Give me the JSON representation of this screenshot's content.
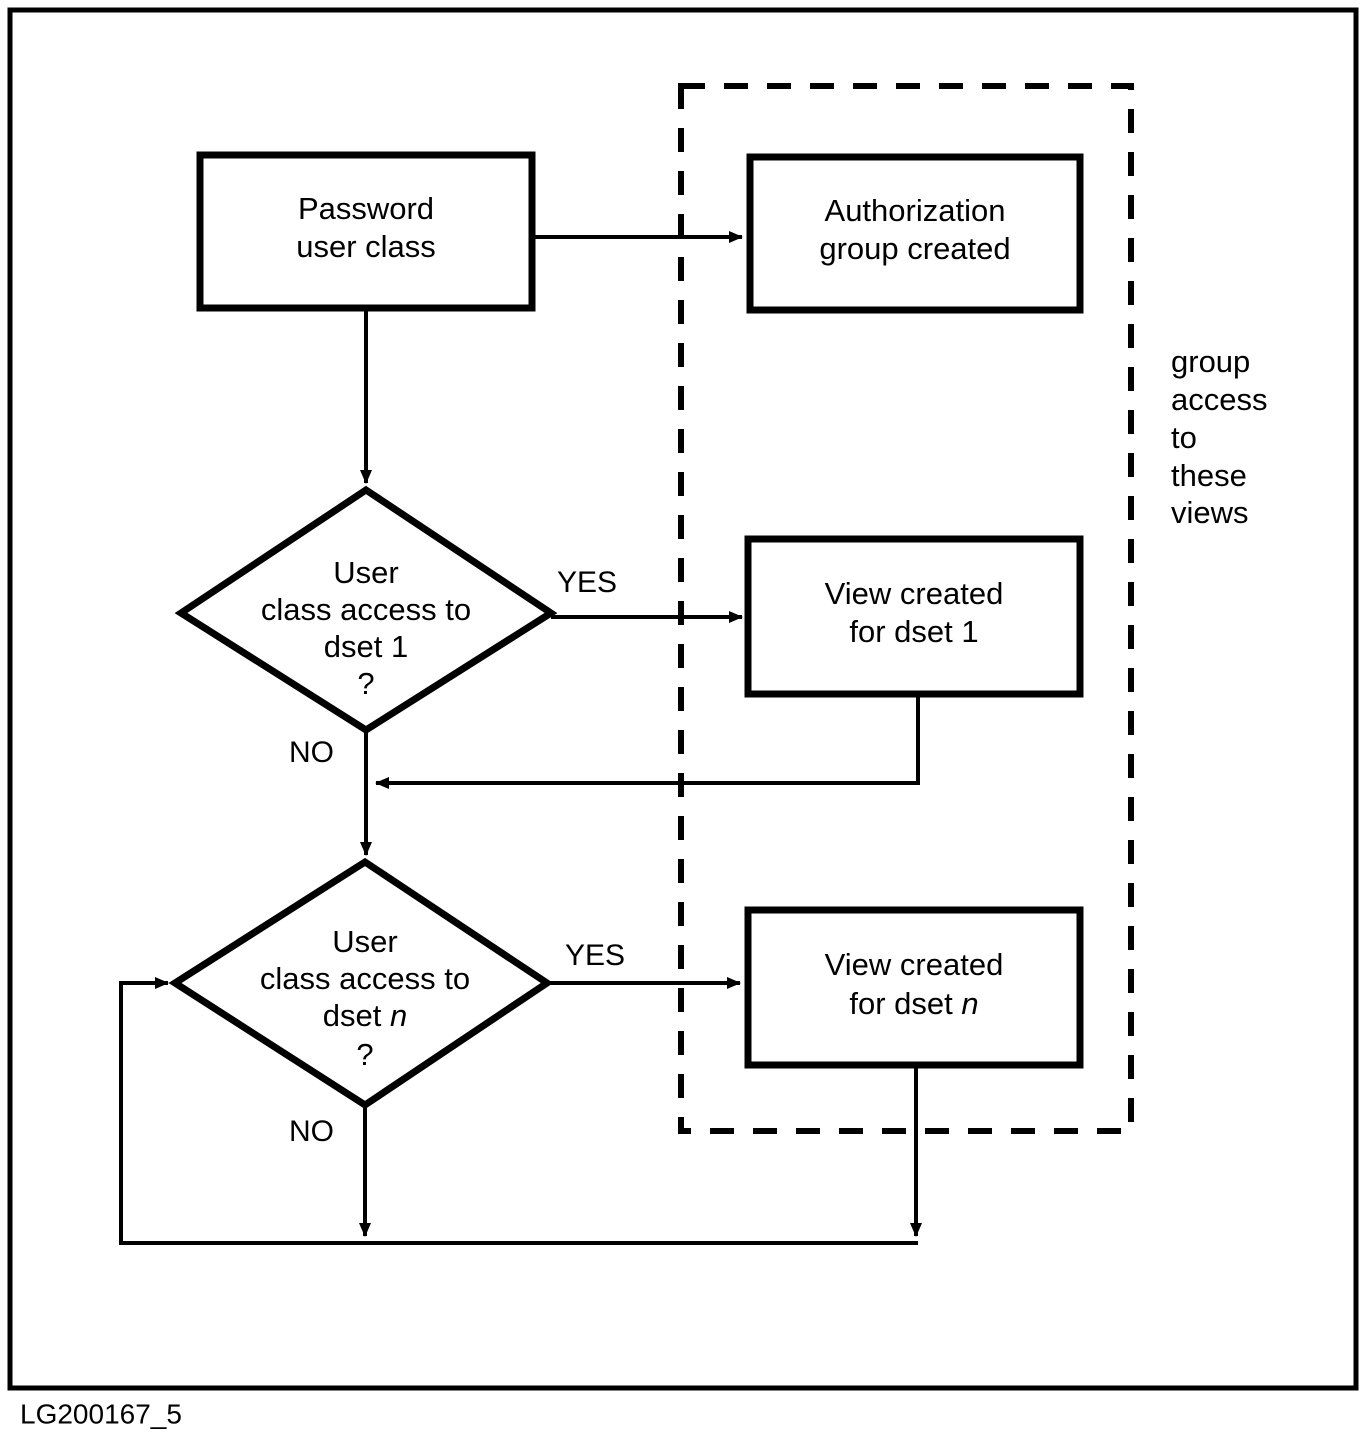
{
  "figure": {
    "caption": "LG200167_5",
    "frame_color": "#000000",
    "background": "#ffffff"
  },
  "nodes": {
    "password_user_class": {
      "line1": "Password",
      "line2": "user class"
    },
    "authorization_group_created": {
      "line1": "Authorization",
      "line2": "group created"
    },
    "decision_dset1": {
      "line1": "User",
      "line2": "class access to",
      "line3": "dset 1",
      "line4": "?"
    },
    "view_created_dset1": {
      "line1": "View created",
      "line2": "for dset 1"
    },
    "decision_dsetn": {
      "line1": "User",
      "line2": "class access to",
      "line3_prefix": "dset ",
      "line3_italic": "n",
      "line4": "?"
    },
    "view_created_dsetn": {
      "line1": "View created",
      "line2_prefix": "for dset ",
      "line2_italic": "n"
    }
  },
  "edge_labels": {
    "yes_dset1": "YES",
    "no_dset1": "NO",
    "yes_dsetn": "YES",
    "no_dsetn": "NO"
  },
  "annotation": {
    "group_access_label": {
      "line1": "group",
      "line2": "access",
      "line3": "to",
      "line4": "these",
      "line5": "views"
    }
  }
}
